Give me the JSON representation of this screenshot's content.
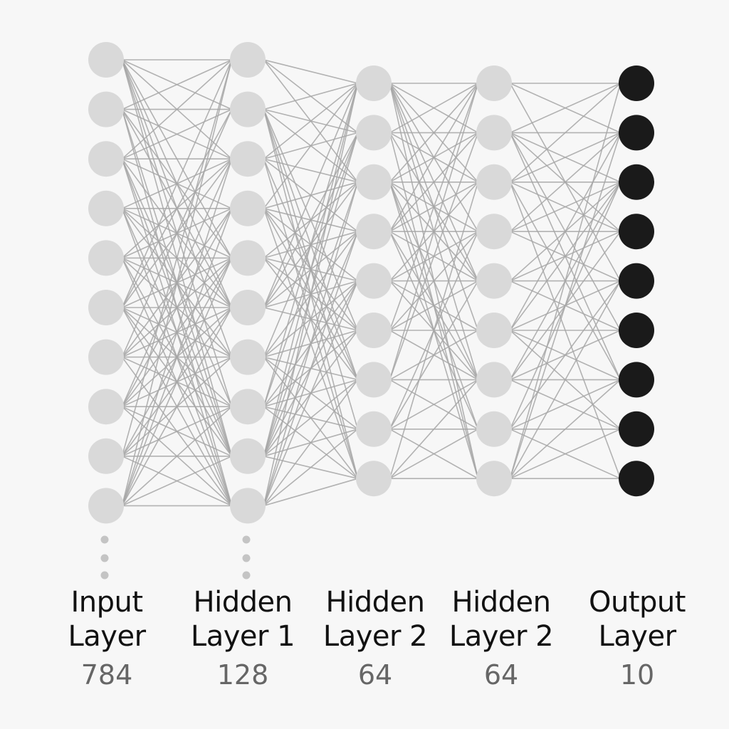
{
  "layers": [
    {
      "title_line1": "Input",
      "title_line2": "Layer",
      "count": "784",
      "visible_nodes": 10,
      "truncated": true,
      "node_color": "#d9d9d9"
    },
    {
      "title_line1": "Hidden",
      "title_line2": "Layer 1",
      "count": "128",
      "visible_nodes": 10,
      "truncated": true,
      "node_color": "#d9d9d9"
    },
    {
      "title_line1": "Hidden",
      "title_line2": "Layer 2",
      "count": "64",
      "visible_nodes": 9,
      "truncated": false,
      "node_color": "#d9d9d9"
    },
    {
      "title_line1": "Hidden",
      "title_line2": "Layer 2",
      "count": "64",
      "visible_nodes": 9,
      "truncated": false,
      "node_color": "#d9d9d9"
    },
    {
      "title_line1": "Output",
      "title_line2": "Layer",
      "count": "10",
      "visible_nodes": 9,
      "truncated": false,
      "node_color": "#1a1a1a"
    }
  ],
  "colors": {
    "background": "#f7f7f7",
    "connection": "#a6a6a6",
    "ellipsis_dot": "#c4c4c4",
    "label_text": "#111111",
    "count_text": "#666666"
  }
}
